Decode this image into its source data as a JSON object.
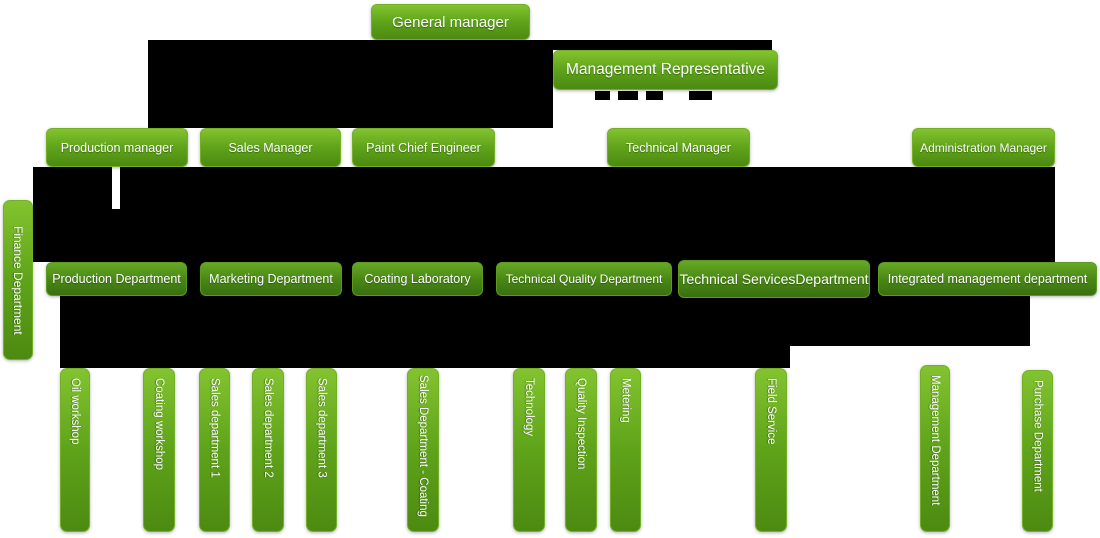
{
  "colors": {
    "box_gradient_top": "#82c32f",
    "box_gradient_bottom": "#4c8a11",
    "box_dark_gradient_top": "#66a826",
    "box_dark_gradient_bottom": "#3a7010",
    "connector": "#000000",
    "text": "#ffffff",
    "background": "#ffffff"
  },
  "nodes": {
    "general_manager": {
      "label": "General manager"
    },
    "management_representative": {
      "label": "Management Representative"
    },
    "finance": {
      "label": "Finance Department"
    },
    "managers": [
      {
        "label": "Production manager"
      },
      {
        "label": "Sales Manager"
      },
      {
        "label": "Paint Chief Engineer"
      },
      {
        "label": "Technical Manager"
      },
      {
        "label": "Administration Manager"
      }
    ],
    "departments": [
      {
        "label": "Production Department"
      },
      {
        "label": "Marketing Department"
      },
      {
        "label": "Coating Laboratory"
      },
      {
        "label": "Technical Quality Department"
      },
      {
        "label": "Technical ServicesDepartment"
      },
      {
        "label": "Integrated management department"
      }
    ],
    "units": [
      {
        "label": "Oil workshop"
      },
      {
        "label": "Coating workshop"
      },
      {
        "label": "Sales department 1"
      },
      {
        "label": "Sales department 2"
      },
      {
        "label": "Sales department 3"
      },
      {
        "label": "Sales Department - Coating"
      },
      {
        "label": "Technology"
      },
      {
        "label": "Quality Inspection"
      },
      {
        "label": "Metering"
      },
      {
        "label": "Field Service"
      },
      {
        "label": "Management Department"
      },
      {
        "label": "Purchase Department"
      }
    ]
  }
}
